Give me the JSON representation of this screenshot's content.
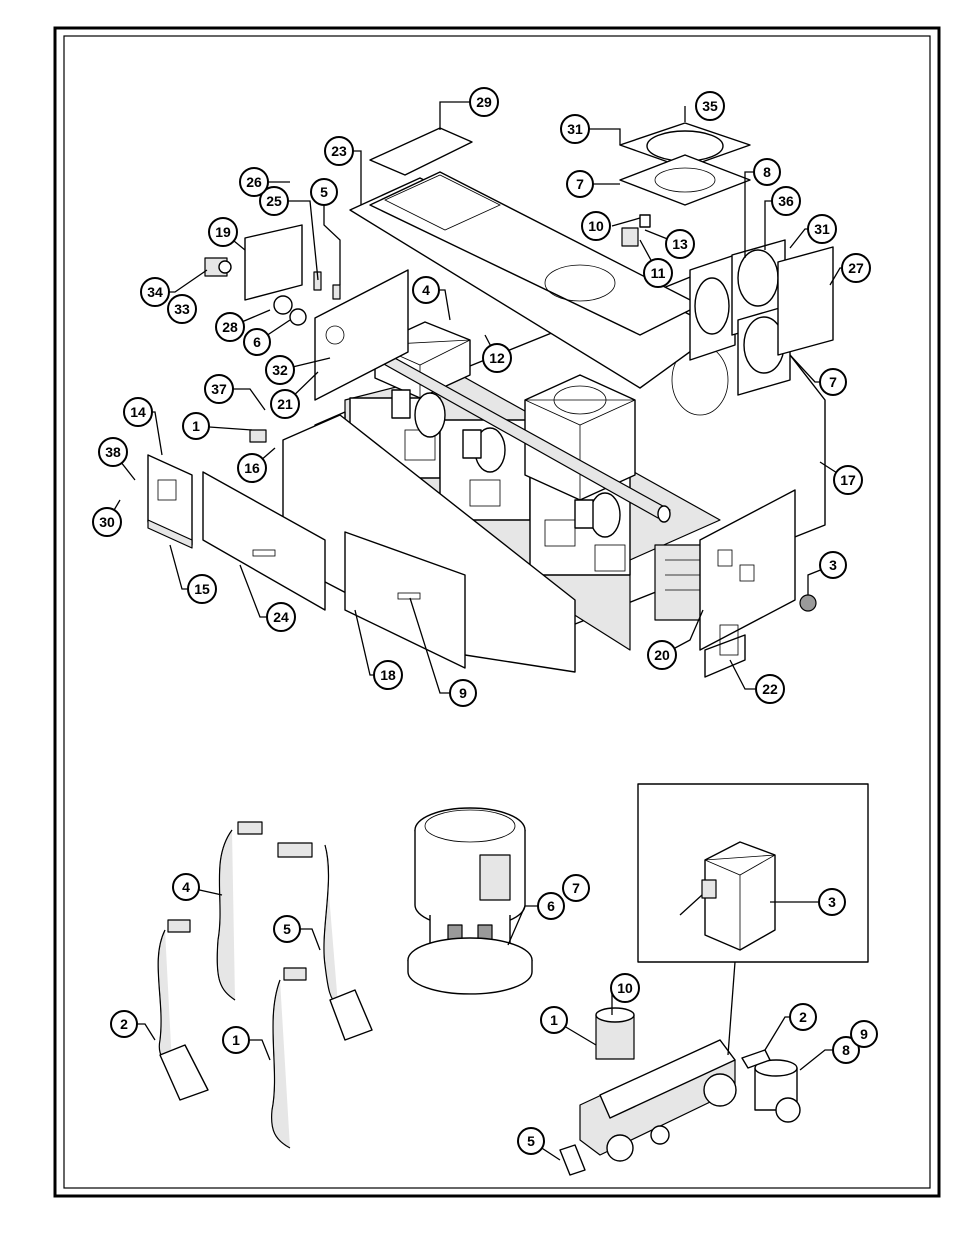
{
  "upper_assembly_callouts": [
    "1",
    "3",
    "4",
    "5",
    "6",
    "7",
    "7",
    "8",
    "9",
    "10",
    "11",
    "12",
    "13",
    "14",
    "15",
    "16",
    "17",
    "18",
    "19",
    "20",
    "21",
    "22",
    "23",
    "24",
    "25",
    "26",
    "27",
    "28",
    "29",
    "30",
    "31",
    "31",
    "32",
    "33",
    "34",
    "35",
    "36",
    "37",
    "38"
  ],
  "lower_components_callouts": [
    "1",
    "2",
    "4",
    "5",
    "6",
    "7"
  ],
  "valve_assembly_callouts": [
    "1",
    "2",
    "3",
    "5",
    "8",
    "9",
    "10"
  ],
  "colors": {
    "line": "#000000",
    "background": "#ffffff",
    "shade": "#9a9a9a"
  }
}
